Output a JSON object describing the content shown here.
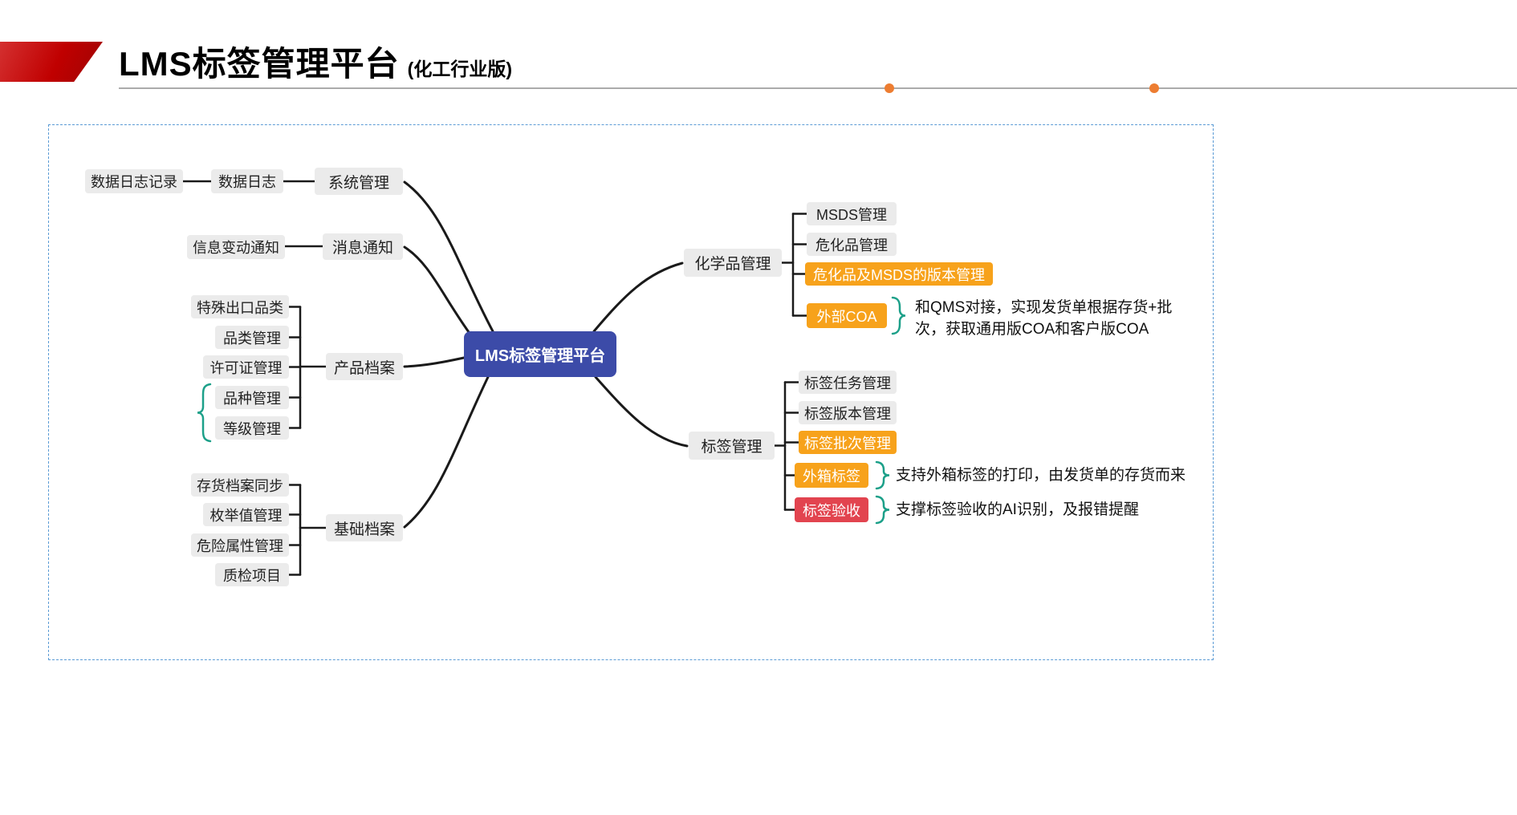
{
  "header": {
    "title": "LMS标签管理平台",
    "subtitle": "(化工行业版)"
  },
  "mindmap": {
    "center": "LMS标签管理平台",
    "left": {
      "system": {
        "label": "系统管理",
        "data_log": "数据日志",
        "data_log_record": "数据日志记录"
      },
      "message": {
        "label": "消息通知",
        "info_change": "信息变动通知"
      },
      "product": {
        "label": "产品档案",
        "children": [
          "特殊出口品类",
          "品类管理",
          "许可证管理",
          "品种管理",
          "等级管理"
        ]
      },
      "basic": {
        "label": "基础档案",
        "children": [
          "存货档案同步",
          "枚举值管理",
          "危险属性管理",
          "质检项目"
        ]
      }
    },
    "right": {
      "chemical": {
        "label": "化学品管理",
        "children": [
          "MSDS管理",
          "危化品管理",
          "危化品及MSDS的版本管理",
          "外部COA"
        ],
        "coa_note": "和QMS对接，实现发货单根据存货+批次，获取通用版COA和客户版COA"
      },
      "label_group": {
        "label": "标签管理",
        "children": [
          "标签任务管理",
          "标签版本管理",
          "标签批次管理",
          "外箱标签",
          "标签验收"
        ],
        "box_label_note": "支持外箱标签的打印，由发货单的存货而来",
        "acceptance_note": "支撑标签验收的AI识别，及报错提醒"
      }
    }
  },
  "colors": {
    "accent_red": "#C00000",
    "center_blue": "#3C4BA8",
    "highlight_orange": "#F7A21B",
    "highlight_red": "#E2444F",
    "brace_teal": "#1CA089",
    "dot_orange": "#ED7D31",
    "frame_blue": "#5B9BD5",
    "node_gray": "#EBEBEB"
  }
}
